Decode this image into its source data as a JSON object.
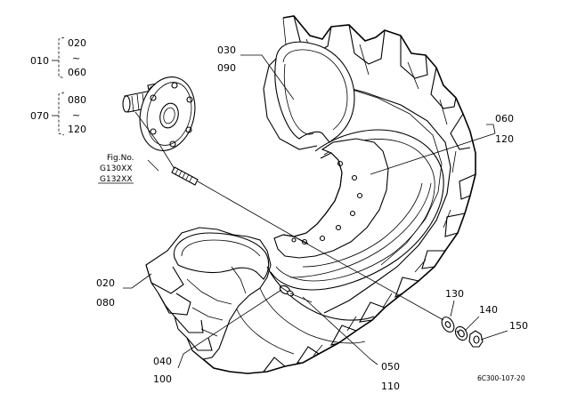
{
  "diagram": {
    "callouts": [
      {
        "id": "010",
        "label": "010"
      },
      {
        "id": "020a",
        "label": "020"
      },
      {
        "id": "060a",
        "label": "060"
      },
      {
        "id": "070",
        "label": "070"
      },
      {
        "id": "080a",
        "label": "080"
      },
      {
        "id": "120a",
        "label": "120"
      },
      {
        "id": "030",
        "label": "030"
      },
      {
        "id": "090",
        "label": "090"
      },
      {
        "id": "060b",
        "label": "060"
      },
      {
        "id": "120b",
        "label": "120"
      },
      {
        "id": "020b",
        "label": "020"
      },
      {
        "id": "080b",
        "label": "080"
      },
      {
        "id": "040",
        "label": "040"
      },
      {
        "id": "100",
        "label": "100"
      },
      {
        "id": "050",
        "label": "050"
      },
      {
        "id": "110",
        "label": "110"
      },
      {
        "id": "130",
        "label": "130"
      },
      {
        "id": "140",
        "label": "140"
      },
      {
        "id": "150",
        "label": "150"
      }
    ],
    "range_sep": "~",
    "fig_ref": {
      "line1": "Fig.No.",
      "line2": "G130XX",
      "line3": "G132XX"
    },
    "drawing_code": "6C300-107-20"
  }
}
